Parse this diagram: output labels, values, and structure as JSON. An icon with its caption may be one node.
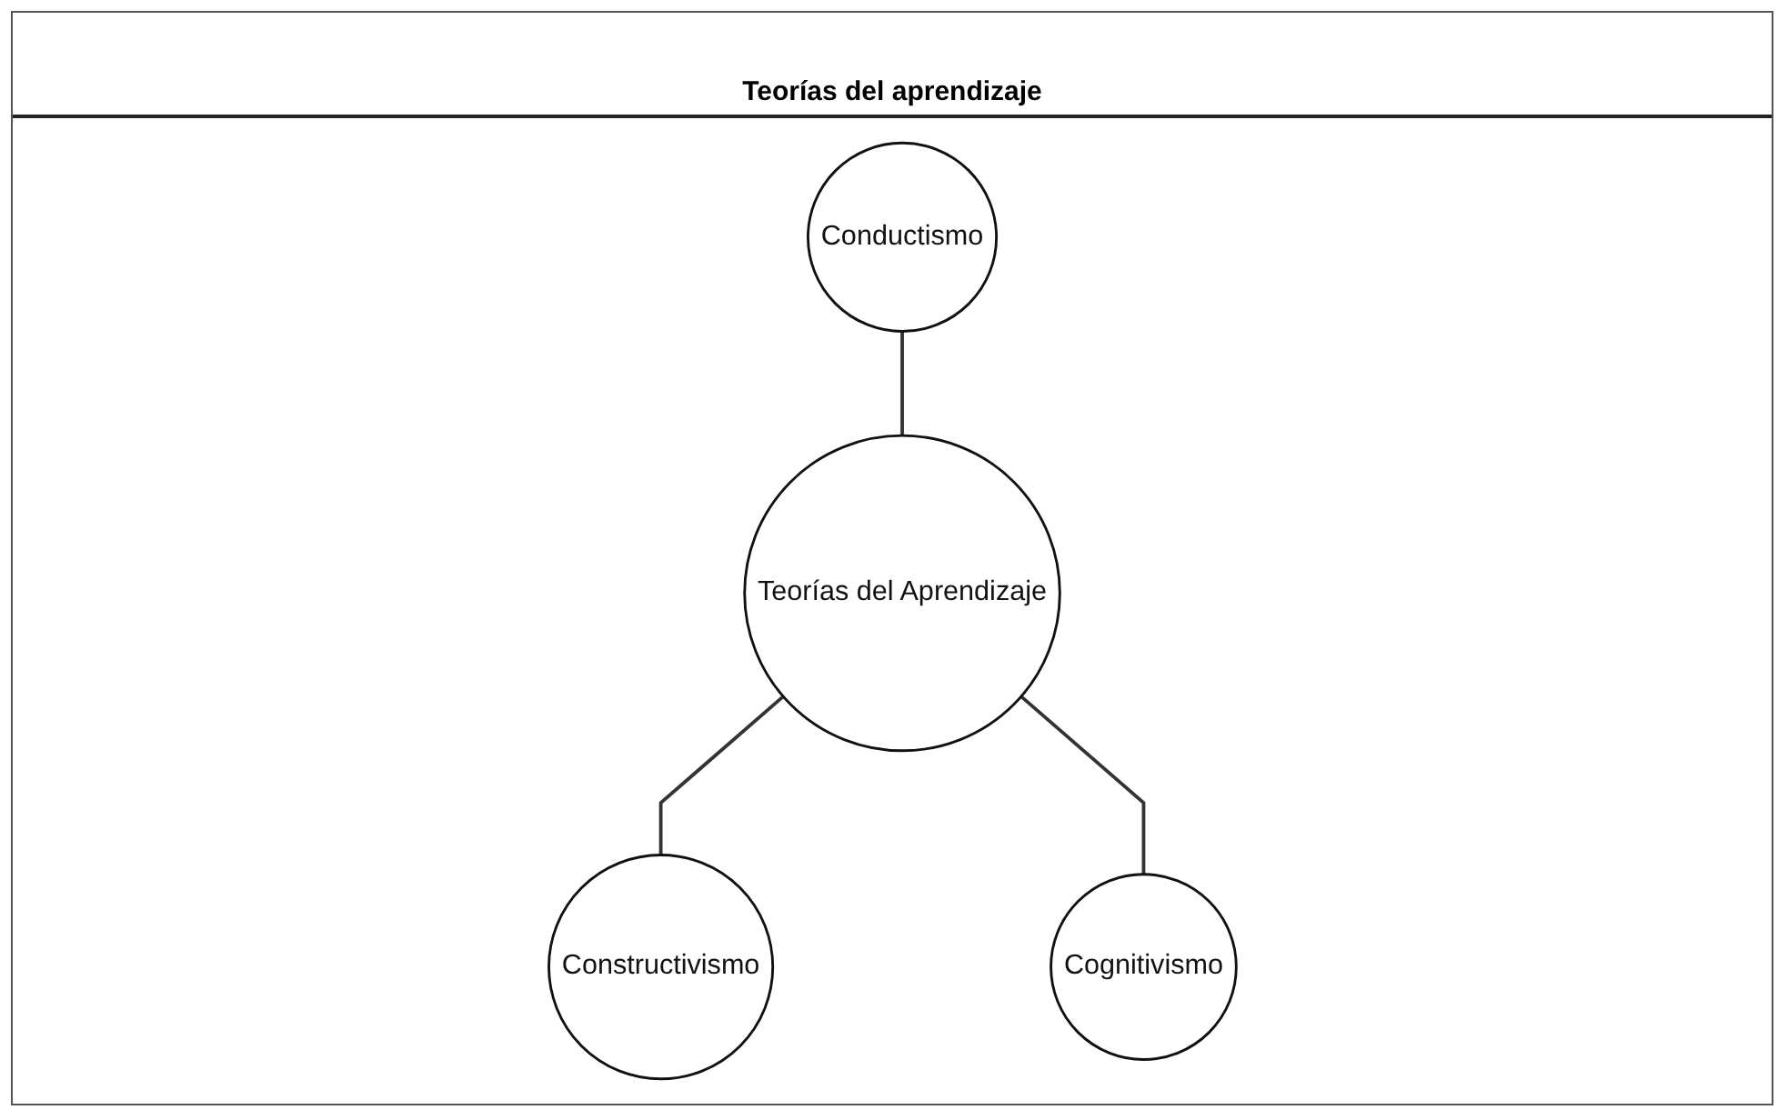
{
  "diagram": {
    "title": "Teorías del aprendizaje",
    "nodes": [
      {
        "text": [
          "Conductismo"
        ]
      },
      {
        "text": [
          "Teorías del Aprendizaje"
        ]
      },
      {
        "text": [
          "Constructivismo"
        ]
      },
      {
        "text": [
          "Cognitivismo"
        ]
      }
    ],
    "edges": [
      {
        "from": 0,
        "to": 1,
        "arrow": "none"
      },
      {
        "from": 1,
        "to": 2,
        "arrow": "none"
      },
      {
        "from": 1,
        "to": 3,
        "arrow": "none"
      }
    ]
  }
}
